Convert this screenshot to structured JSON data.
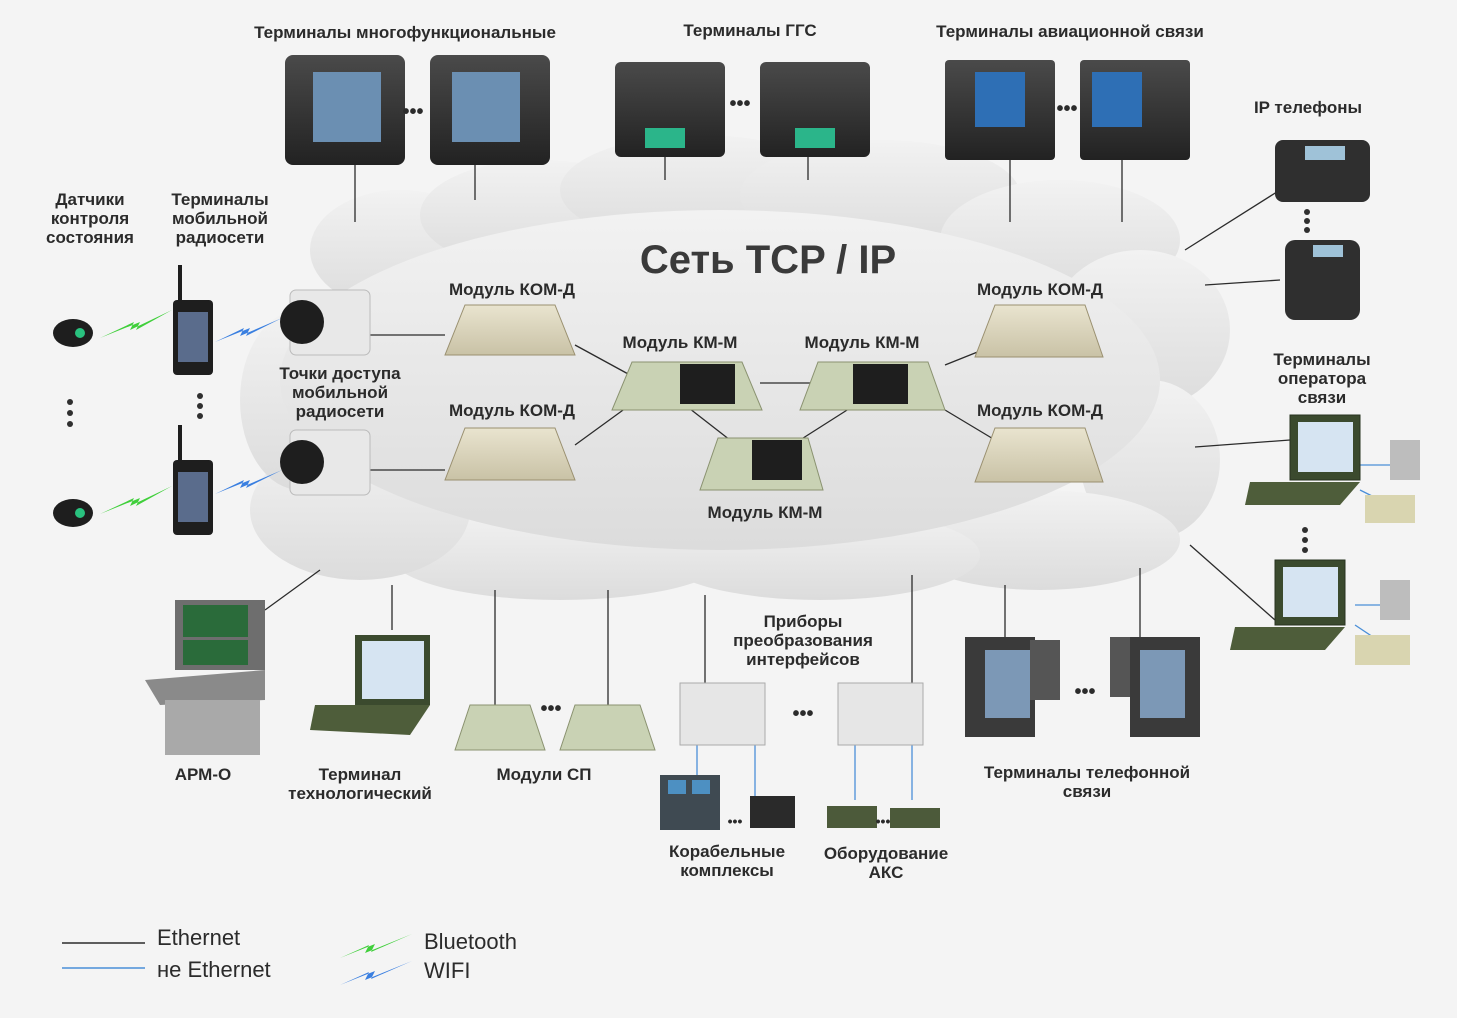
{
  "network_title": "Сеть TCP / IP",
  "labels": {
    "multi_terminals": "Терминалы многофункциональные",
    "ggs_terminals": "Терминалы ГГС",
    "aviation_terminals": "Терминалы авиационной связи",
    "ip_phones": "IP телефоны",
    "sensors": [
      "Датчики",
      "контроля",
      "состояния"
    ],
    "mobile_terminals": [
      "Терминалы",
      "мобильной",
      "радиосети"
    ],
    "access_points": [
      "Точки доступа",
      "мобильной",
      "радиосети"
    ],
    "kom_d": "Модуль КОМ-Д",
    "km_m": "Модуль КМ-М",
    "operator_terminals": [
      "Терминалы",
      "оператора",
      "связи"
    ],
    "converters": [
      "Приборы",
      "преобразования",
      "интерфейсов"
    ],
    "arm_o": "АРМ-О",
    "tech_terminal": [
      "Терминал",
      "технологический"
    ],
    "sp_modules": "Модули СП",
    "ship_complexes": [
      "Корабельные",
      "комплексы"
    ],
    "aks_equipment": [
      "Оборудование",
      "АКС"
    ],
    "phone_terminals": [
      "Терминалы телефонной",
      "связи"
    ],
    "ellipsis": "•••"
  },
  "legend": {
    "ethernet": "Ethernet",
    "non_ethernet": "не Ethernet",
    "bluetooth": "Bluetooth",
    "wifi": "WIFI"
  },
  "colors": {
    "ethernet_line": "#2b2b2b",
    "non_ethernet_line": "#4a8fd8",
    "bluetooth": "#3fcf3a",
    "wifi": "#3a7fe0",
    "cloud": "#e6e6e6"
  }
}
